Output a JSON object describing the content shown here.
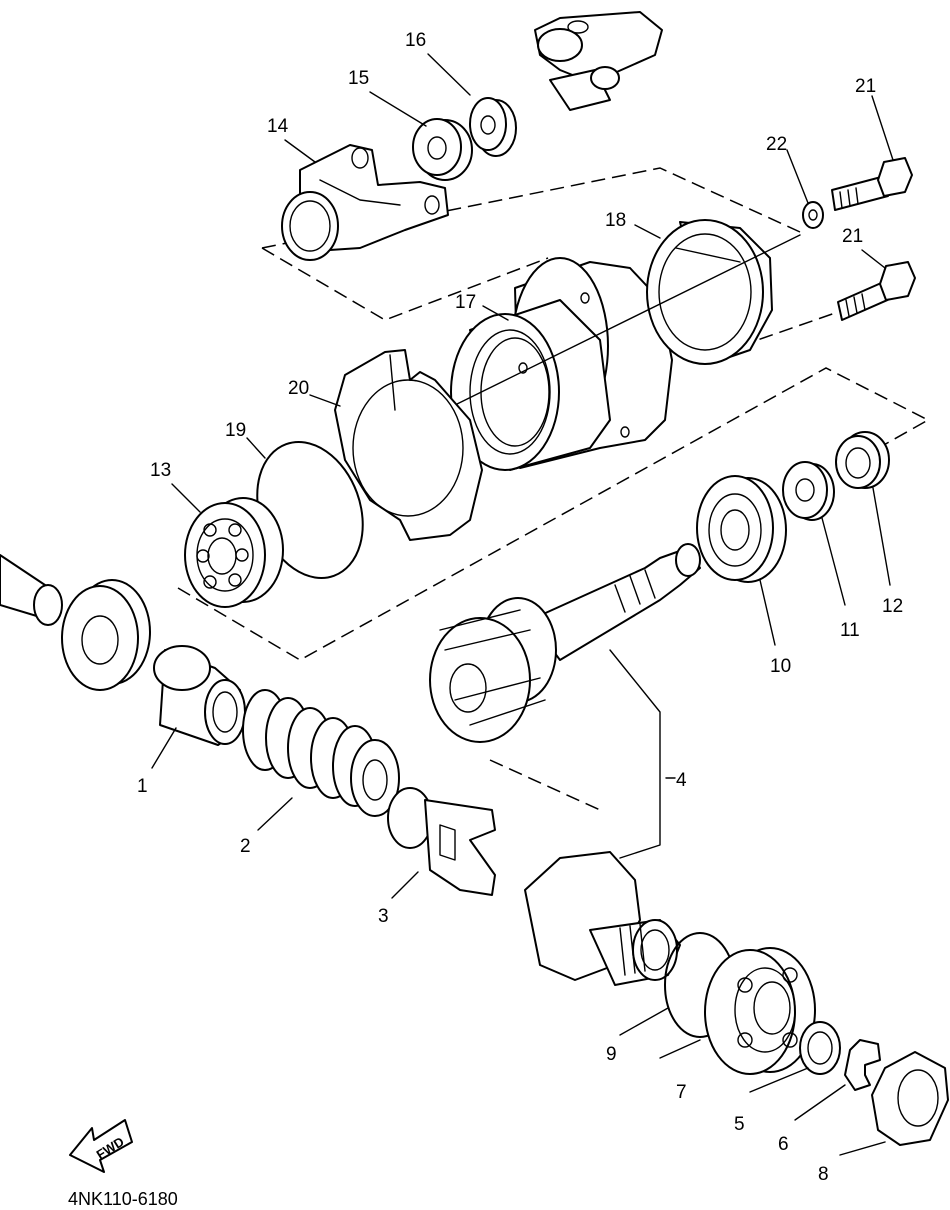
{
  "diagram": {
    "figure_code": "4NK110-6180",
    "direction_marker": "FWD",
    "callouts": [
      {
        "id": "c1",
        "label": "1"
      },
      {
        "id": "c2",
        "label": "2"
      },
      {
        "id": "c3",
        "label": "3"
      },
      {
        "id": "c4",
        "label": "4"
      },
      {
        "id": "c5",
        "label": "5"
      },
      {
        "id": "c6",
        "label": "6"
      },
      {
        "id": "c7",
        "label": "7"
      },
      {
        "id": "c8",
        "label": "8"
      },
      {
        "id": "c9",
        "label": "9"
      },
      {
        "id": "c10",
        "label": "10"
      },
      {
        "id": "c11",
        "label": "11"
      },
      {
        "id": "c12",
        "label": "12"
      },
      {
        "id": "c13",
        "label": "13"
      },
      {
        "id": "c14",
        "label": "14"
      },
      {
        "id": "c15",
        "label": "15"
      },
      {
        "id": "c16",
        "label": "16"
      },
      {
        "id": "c17",
        "label": "17"
      },
      {
        "id": "c18",
        "label": "18"
      },
      {
        "id": "c19",
        "label": "19"
      },
      {
        "id": "c20",
        "label": "20"
      },
      {
        "id": "c21a",
        "label": "21"
      },
      {
        "id": "c21b",
        "label": "21"
      },
      {
        "id": "c22",
        "label": "22"
      }
    ]
  }
}
